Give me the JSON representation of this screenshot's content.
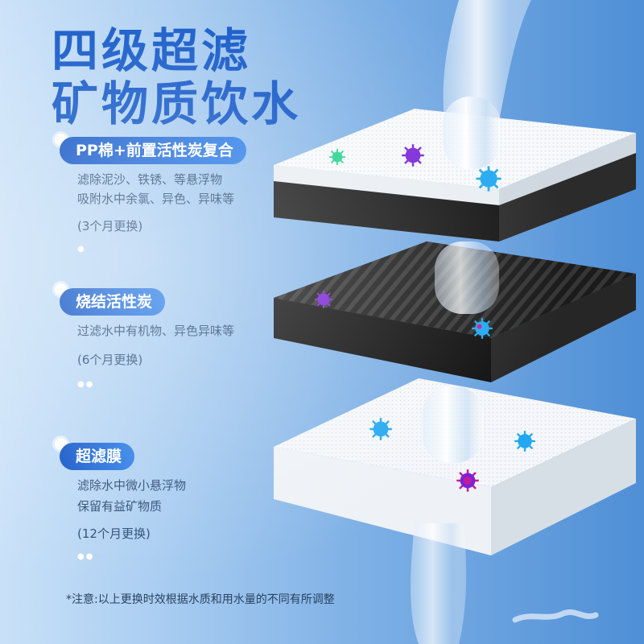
{
  "headline": {
    "line1": "四级超滤",
    "line2": "矿物质饮水"
  },
  "stages": [
    {
      "title": "PP棉+前置活性炭复合",
      "desc_lines": [
        "滤除泥沙、铁锈、等悬浮物",
        "吸附水中余氯、异色、异味等"
      ],
      "replace": "(3个月更换)",
      "level_filled": 1,
      "level_total": 3
    },
    {
      "title": "烧结活性炭",
      "desc_lines": [
        "过滤水中有机物、异色异味等"
      ],
      "replace": "(6个月更换)",
      "level_filled": 2,
      "level_total": 3
    },
    {
      "title": "超滤膜",
      "desc_lines": [
        "滤除水中微小悬浮物",
        "保留有益矿物质"
      ],
      "replace": "(12个月更换)",
      "level_filled": 2,
      "level_total": 3
    }
  ],
  "note": "*注意:以上更换时效根据水质和用水量的不同有所调整",
  "colors": {
    "headline": "#0a52c6",
    "pill": "#1463d6",
    "desc": "#2a4a72",
    "drop_filled": "#ffffff",
    "drop_empty": "#b9d3ee",
    "microbe_purple": "#7a22d6",
    "microbe_cyan": "#22a8f0",
    "microbe_green": "#22d08a",
    "microbe_magenta": "#c21c9a"
  },
  "icons": [
    "bullet-dot-icon",
    "water-drop-icon",
    "microbe-icon"
  ]
}
